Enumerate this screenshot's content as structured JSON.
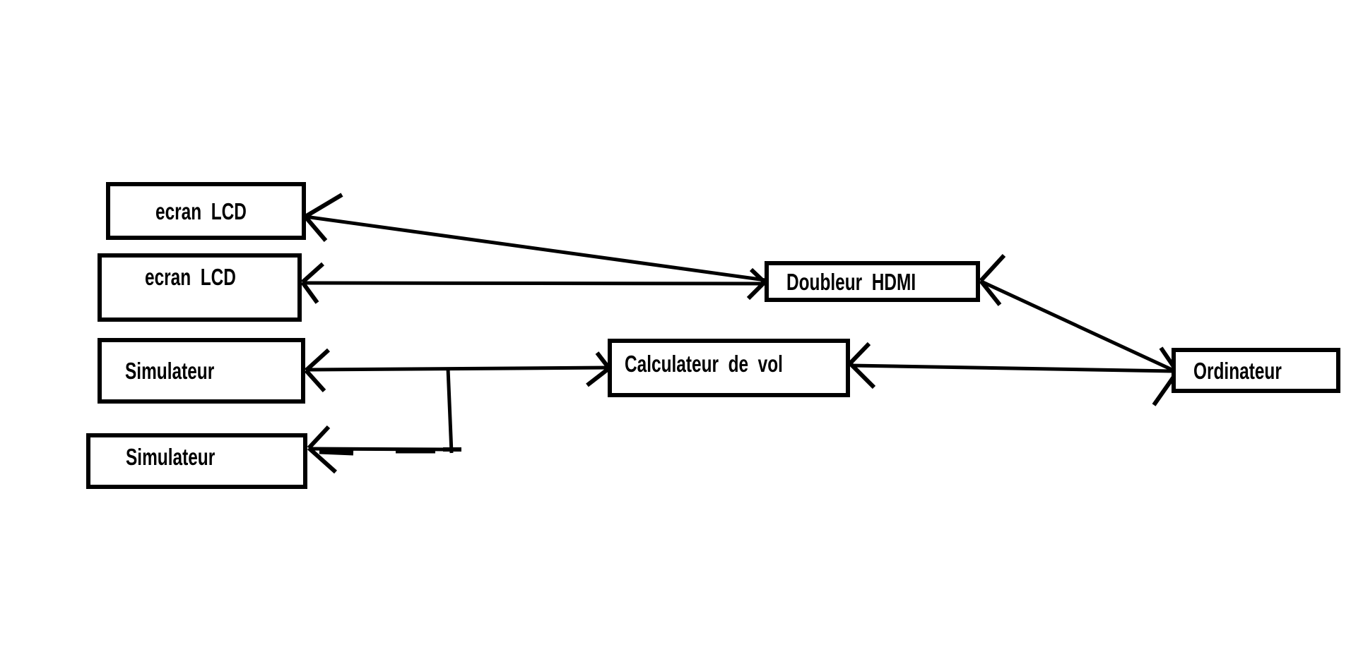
{
  "diagram": {
    "background_color": "#ffffff",
    "stroke_color": "#000000",
    "nodes": [
      {
        "id": "ecran-lcd-top",
        "label": "ecran  LCD"
      },
      {
        "id": "ecran-lcd-bottom",
        "label": "ecran  LCD"
      },
      {
        "id": "simulateur-top",
        "label": "Simulateur"
      },
      {
        "id": "simulateur-bottom",
        "label": "Simulateur"
      },
      {
        "id": "doubleur-hdmi",
        "label": "Doubleur  HDMI"
      },
      {
        "id": "calculateur-de-vol",
        "label": "Calculateur  de  vol"
      },
      {
        "id": "ordinateur",
        "label": "Ordinateur"
      }
    ],
    "edges": [
      {
        "from": "doubleur-hdmi",
        "to": "ecran-lcd-top",
        "style": "diagonal line, chevron arrowheads at both box edges"
      },
      {
        "from": "doubleur-hdmi",
        "to": "ecran-lcd-bottom",
        "style": "horizontal line, chevron arrowheads at both box edges"
      },
      {
        "from": "ordinateur",
        "to": "doubleur-hdmi",
        "style": "diagonal line, chevron arrowheads at both box edges"
      },
      {
        "from": "ordinateur",
        "to": "calculateur-de-vol",
        "style": "horizontal line, chevron arrowheads at both box edges"
      },
      {
        "from": "calculateur-de-vol",
        "to": "simulateur-top",
        "style": "horizontal line, chevron arrowheads at both box edges"
      },
      {
        "from": "calculateur-de-vol",
        "to": "simulateur-bottom",
        "style": "branch dropping from the simulateur-top line, then left into box, chevron arrowhead at box edge"
      }
    ]
  }
}
